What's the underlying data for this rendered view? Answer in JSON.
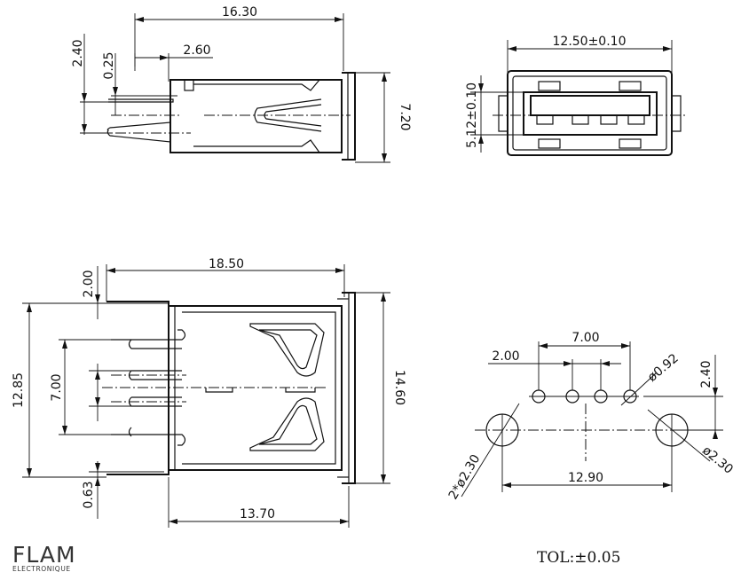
{
  "side_view": {
    "dim_length": "16.30",
    "dim_height_left": "2.40",
    "dim_offset": "0.25",
    "dim_pin": "2.60",
    "dim_height_right": "7.20"
  },
  "front_view": {
    "dim_width": "12.50±0.10",
    "dim_height": "5.12±0.10"
  },
  "top_view": {
    "dim_length": "18.50",
    "dim_top": "2.00",
    "dim_overall": "12.85",
    "dim_pin_span": "7.00",
    "dim_width": "14.60",
    "dim_bottom": "0.63",
    "dim_body": "13.70"
  },
  "pcb_layout": {
    "dim_pitch_span": "7.00",
    "dim_pitch": "2.00",
    "dim_hole_small": "ø0.92",
    "dim_offset": "2.40",
    "dim_hole_large_left": "2*ø2.30",
    "dim_hole_large_right": "ø2.30",
    "dim_large_span": "12.90"
  },
  "tolerance": "TOL:±0.05",
  "logo": {
    "name": "FLAM",
    "sub": "ELECTRONIQUE"
  }
}
